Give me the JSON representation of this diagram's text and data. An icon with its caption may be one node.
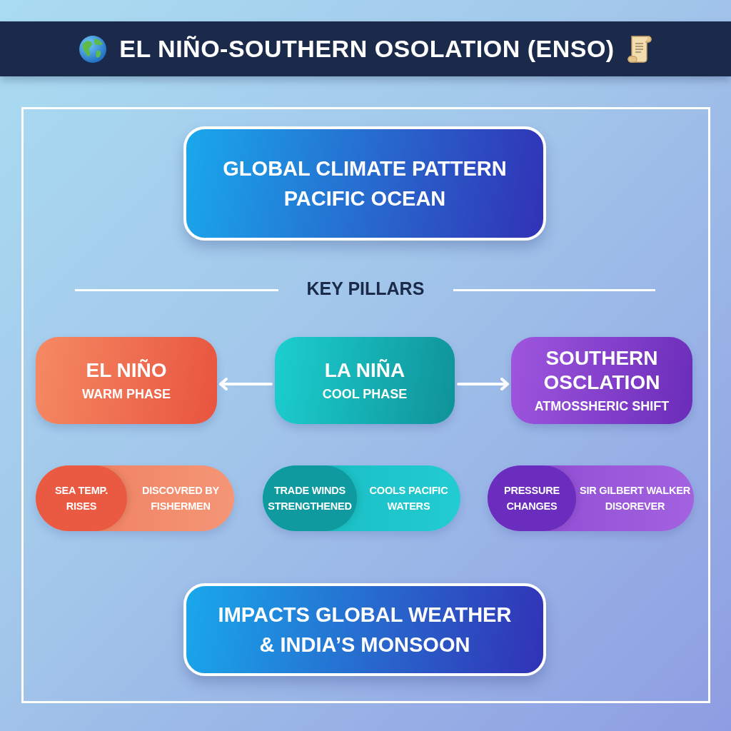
{
  "diagram": {
    "title": "EL NIÑO-SOUTHERN OSOLATION (ENSO)",
    "nodes": [
      {
        "text": [
          "GLOBAL CLIMATE PATTERN PACIFIC OCEAN"
        ]
      },
      {
        "text": [
          "EL NIÑO",
          "WARM PHASE"
        ]
      },
      {
        "text": [
          "LA NIÑA",
          "COOL PHASE"
        ]
      },
      {
        "text": [
          "SOUTHERN OSCLATION",
          "ATMOSSHERIC SHIFT"
        ]
      },
      {
        "text": [
          "SEA TEMP. RISES",
          "DISCOVRED BY FISHERMEN"
        ]
      },
      {
        "text": [
          "TRADE WINDS STRENGTHENED",
          "COOLS PACIFIC WATERS"
        ]
      },
      {
        "text": [
          "PRESSURE CHANGES",
          "SIR GILBERT WALKER DISOREVER"
        ]
      },
      {
        "text": [
          "IMPACTS GLOBAL WEATHER & INDIA’S MONSOON"
        ]
      }
    ],
    "edges": [
      {
        "from": 2,
        "to": 1,
        "arrow": "to"
      },
      {
        "from": 2,
        "to": 3,
        "arrow": "to"
      }
    ],
    "labels": [
      "KEY PILLARS"
    ]
  }
}
